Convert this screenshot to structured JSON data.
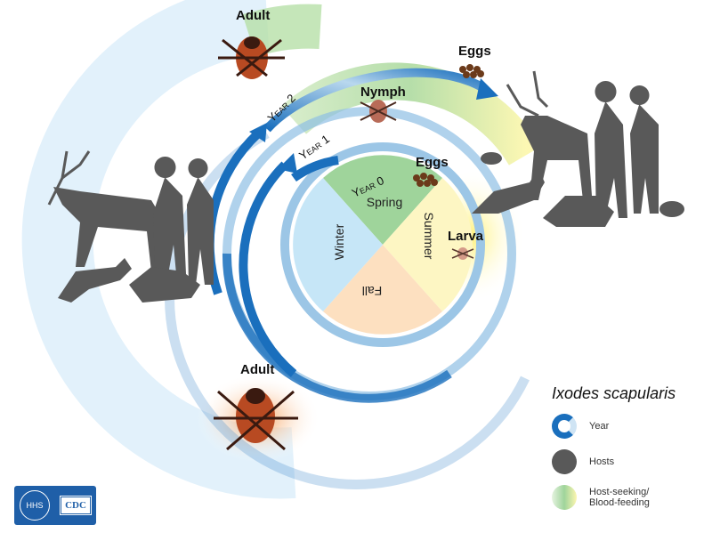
{
  "title": "Ixodes scapularis",
  "stages": {
    "adult_top": "Adult",
    "eggs_top": "Eggs",
    "nymph": "Nymph",
    "eggs_inner": "Eggs",
    "larva": "Larva",
    "adult_bottom": "Adult"
  },
  "years": {
    "year0": "Year 0",
    "year1": "Year 1",
    "year2": "Year 2"
  },
  "seasons": {
    "spring": "Spring",
    "summer": "Summer",
    "fall": "Fall",
    "winter": "Winter"
  },
  "legend": {
    "title": "Ixodes scapularis",
    "items": [
      {
        "label": "Year",
        "icon": "year-arrow-icon"
      },
      {
        "label": "Hosts",
        "icon": "hosts-icon"
      },
      {
        "label": "Host-seeking/ Blood-feeding",
        "icon": "host-seeking-icon"
      }
    ]
  },
  "logo": {
    "text": "CDC",
    "hhs": "HHS"
  },
  "colors": {
    "arrow": "#1a6fbd",
    "host": "#595959",
    "spring": "#9fd49b",
    "summer": "#fdf6c3",
    "fall": "#fde0c0",
    "winter": "#c6e6f7"
  }
}
